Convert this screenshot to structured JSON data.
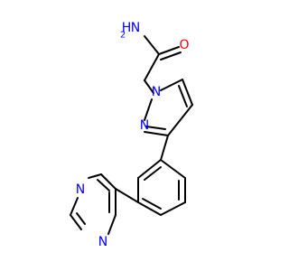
{
  "molecule": {
    "name": "",
    "colors": {
      "bond": "#000000",
      "N": "#0000ff",
      "O": "#ff0000",
      "background": "#ffffff"
    },
    "labels": {
      "nh2": {
        "main": "H",
        "extra": "N",
        "sub": "2"
      },
      "o": "O",
      "n1": "N",
      "n2": "N",
      "n_pyr_top": "N",
      "n_pyr_bottom": "N"
    }
  }
}
